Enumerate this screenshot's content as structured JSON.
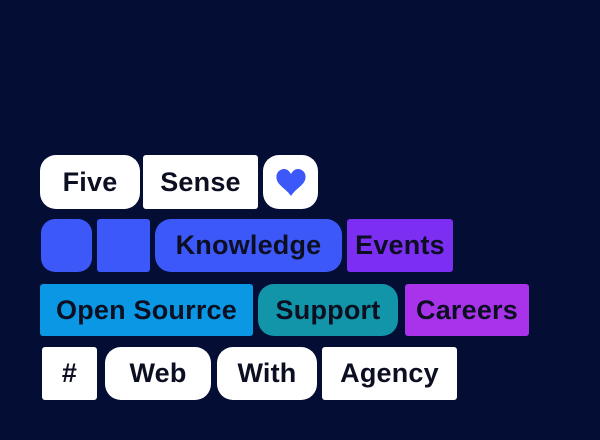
{
  "colors": {
    "background": "#040D33",
    "chip_white": "#FFFFFF",
    "chip_blue": "#3D58F8",
    "chip_azure": "#0A97E4",
    "chip_teal": "#1295A8",
    "chip_violet": "#7C2FF2",
    "chip_magenta": "#A833EA",
    "text_dark": "#0C0F22",
    "heart_blue": "#3D58F8"
  },
  "chips": {
    "five": {
      "label": "Five"
    },
    "sense": {
      "label": "Sense"
    },
    "heart": {
      "icon": "heart-icon"
    },
    "square_rounded": {
      "label": ""
    },
    "square_plain": {
      "label": ""
    },
    "knowledge": {
      "label": "Knowledge"
    },
    "events": {
      "label": "Events"
    },
    "open_source": {
      "label": "Open Sourrce"
    },
    "support": {
      "label": "Support"
    },
    "careers": {
      "label": "Careers"
    },
    "hash": {
      "label": "#"
    },
    "web": {
      "label": "Web"
    },
    "with": {
      "label": "With"
    },
    "agency": {
      "label": "Agency"
    }
  }
}
